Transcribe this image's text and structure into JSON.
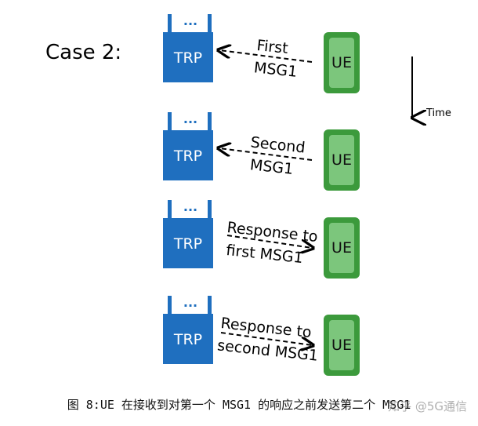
{
  "case_label": "Case 2:",
  "trp_label": "TRP",
  "ue_label": "UE",
  "time_label": "Time",
  "messages": [
    {
      "line1": "First",
      "line2": "MSG1",
      "direction": "ue-to-trp"
    },
    {
      "line1": "Second",
      "line2": "MSG1",
      "direction": "ue-to-trp"
    },
    {
      "line1": "Response to",
      "line2": "first MSG1",
      "direction": "trp-to-ue"
    },
    {
      "line1": "Response to",
      "line2": "second MSG1",
      "direction": "trp-to-ue"
    }
  ],
  "trp_dots": "...",
  "caption": "图 8:UE 在接收到对第一个 MSG1 的响应之前发送第二个 MSG1",
  "watermark": "知乎 @5G通信",
  "colors": {
    "trp_fill": "#1f6fbf",
    "ue_outer": "#3c9a3c",
    "ue_inner": "#7cc67c"
  }
}
